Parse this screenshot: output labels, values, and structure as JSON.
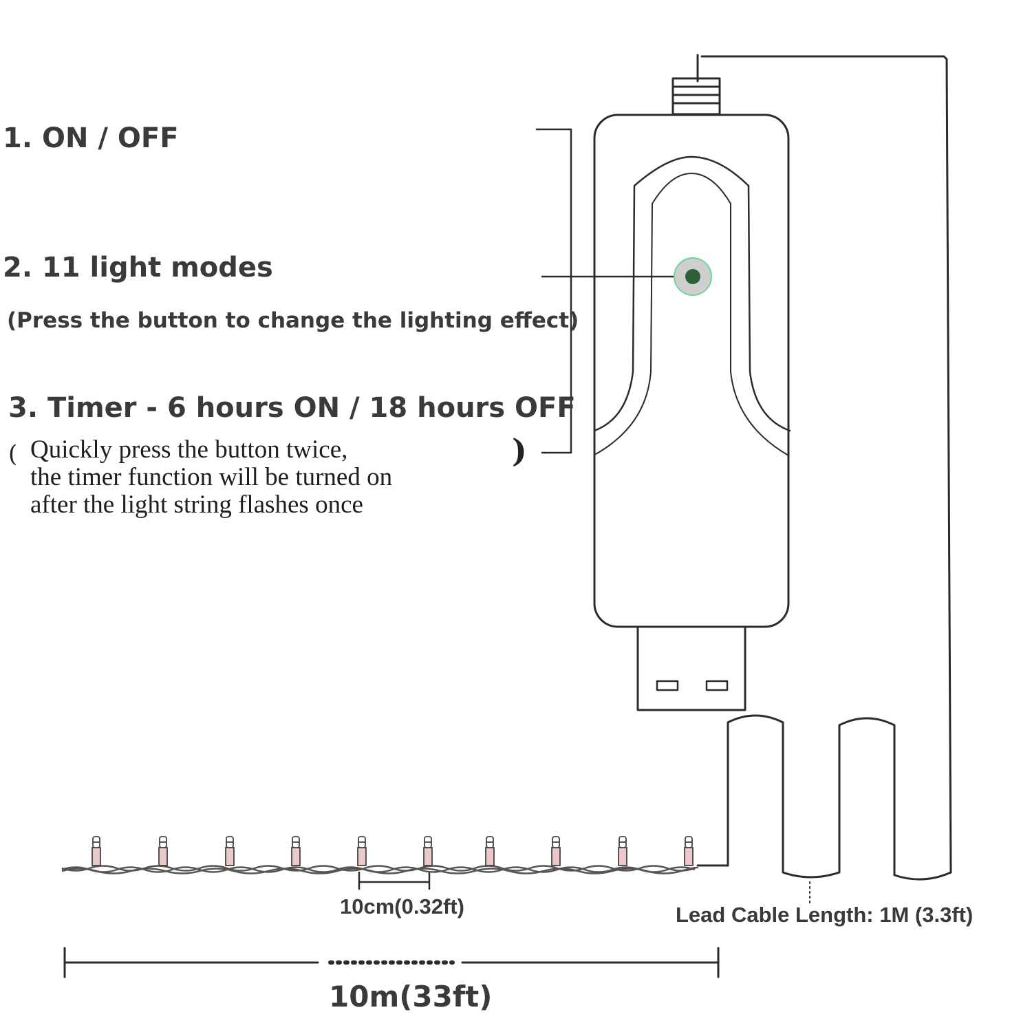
{
  "features": {
    "on_off": "1. ON / OFF",
    "modes": "2. 11 light modes",
    "modes_note": "(Press the button to change the lighting effect)",
    "timer": "3. Timer - 6 hours ON / 18 hours OFF",
    "timer_paren_open": "(",
    "timer_paren_close": ")",
    "timer_note": [
      "Quickly press the button twice,",
      "the timer function will be turned on",
      "after the light string flashes once"
    ]
  },
  "dimensions": {
    "bulb_spacing": "10cm(0.32ft)",
    "lead_cable": "Lead Cable Length: 1M (3.3ft)",
    "total_length": "10m(33ft)"
  },
  "colors": {
    "line": "#2b2b2b",
    "button_ring": "#cfcfcf",
    "button_ring_edge": "#6fd39a",
    "button_center": "#2f5f35",
    "bulb_tint": "#e9c9c9",
    "wire": "#555555"
  },
  "icons": {
    "button": "power-button-icon",
    "usb": "usb-plug-icon",
    "bulb": "led-bulb-icon"
  }
}
